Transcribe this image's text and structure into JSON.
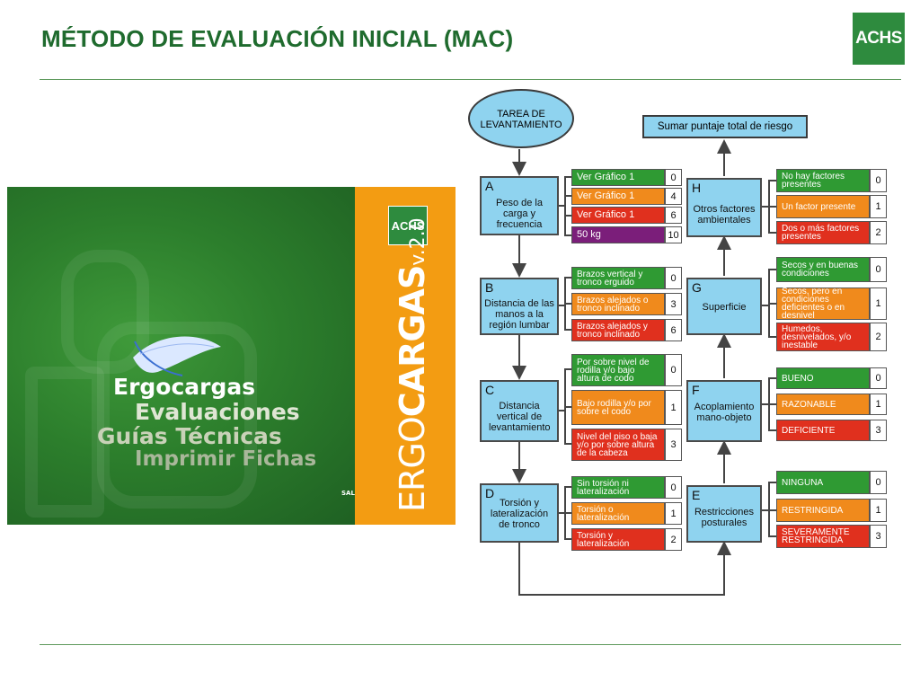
{
  "title": "MÉTODO DE EVALUACIÓN INICIAL (MAC)",
  "logo": "ACHS",
  "splash": {
    "menu": [
      "Ergocargas",
      "Evaluaciones",
      "Guías Técnicas",
      "Imprimir Fichas"
    ],
    "salir": "SALIR",
    "logo": "ACHS",
    "brand_light": "ERGO",
    "brand_bold": "CARGAS",
    "version": "v.2.0"
  },
  "flow": {
    "start": "TAREA DE LEVANTAMIENTO",
    "end": "Sumar puntaje total de riesgo",
    "colors": {
      "green": "#2f9a33",
      "orange": "#f08a1c",
      "red": "#e0301e",
      "purple": "#7b1e7a",
      "box": "#8fd3ef"
    },
    "left": [
      {
        "letter": "A",
        "label": "Peso de la carga y frecuencia",
        "options": [
          {
            "text": "Ver Gráfico 1",
            "score": "0",
            "color": "green"
          },
          {
            "text": "Ver Gráfico 1",
            "score": "4",
            "color": "orange"
          },
          {
            "text": "Ver Gráfico 1",
            "score": "6",
            "color": "red"
          },
          {
            "text": "50 kg",
            "score": "10",
            "color": "purple"
          }
        ]
      },
      {
        "letter": "B",
        "label": "Distancia de las manos a la región lumbar",
        "options": [
          {
            "text": "Brazos vertical y tronco erguido",
            "score": "0",
            "color": "green"
          },
          {
            "text": "Brazos alejados o tronco inclinado",
            "score": "3",
            "color": "orange"
          },
          {
            "text": "Brazos alejados y tronco inclinado",
            "score": "6",
            "color": "red"
          }
        ]
      },
      {
        "letter": "C",
        "label": "Distancia vertical de levantamiento",
        "options": [
          {
            "text": "Por sobre nivel de rodilla y/o bajo altura de codo",
            "score": "0",
            "color": "green"
          },
          {
            "text": "Bajo rodilla y/o por sobre el codo",
            "score": "1",
            "color": "orange"
          },
          {
            "text": "Nivel del piso o baja y/o por sobre altura de la cabeza",
            "score": "3",
            "color": "red"
          }
        ]
      },
      {
        "letter": "D",
        "label": "Torsión y lateralización de tronco",
        "options": [
          {
            "text": "Sin torsión ni lateralización",
            "score": "0",
            "color": "green"
          },
          {
            "text": "Torsión o lateralización",
            "score": "1",
            "color": "orange"
          },
          {
            "text": "Torsión y lateralización",
            "score": "2",
            "color": "red"
          }
        ]
      }
    ],
    "right": [
      {
        "letter": "H",
        "label": "Otros factores ambientales",
        "options": [
          {
            "text": "No hay factores presentes",
            "score": "0",
            "color": "green"
          },
          {
            "text": "Un factor presente",
            "score": "1",
            "color": "orange"
          },
          {
            "text": "Dos o más factores presentes",
            "score": "2",
            "color": "red"
          }
        ]
      },
      {
        "letter": "G",
        "label": "Superficie",
        "options": [
          {
            "text": "Secos y en buenas condiciones",
            "score": "0",
            "color": "green"
          },
          {
            "text": "Secos, pero en condiciones deficientes o en desnivel",
            "score": "1",
            "color": "orange"
          },
          {
            "text": "Humedos, desnivelados, y/o inestable",
            "score": "2",
            "color": "red"
          }
        ]
      },
      {
        "letter": "F",
        "label": "Acoplamiento mano-objeto",
        "options": [
          {
            "text": "BUENO",
            "score": "0",
            "color": "green"
          },
          {
            "text": "RAZONABLE",
            "score": "1",
            "color": "orange"
          },
          {
            "text": "DEFICIENTE",
            "score": "3",
            "color": "red"
          }
        ]
      },
      {
        "letter": "E",
        "label": "Restricciones posturales",
        "options": [
          {
            "text": "NINGUNA",
            "score": "0",
            "color": "green"
          },
          {
            "text": "RESTRINGIDA",
            "score": "1",
            "color": "orange"
          },
          {
            "text": "SEVERAMENTE RESTRINGIDA",
            "score": "3",
            "color": "red"
          }
        ]
      }
    ]
  }
}
